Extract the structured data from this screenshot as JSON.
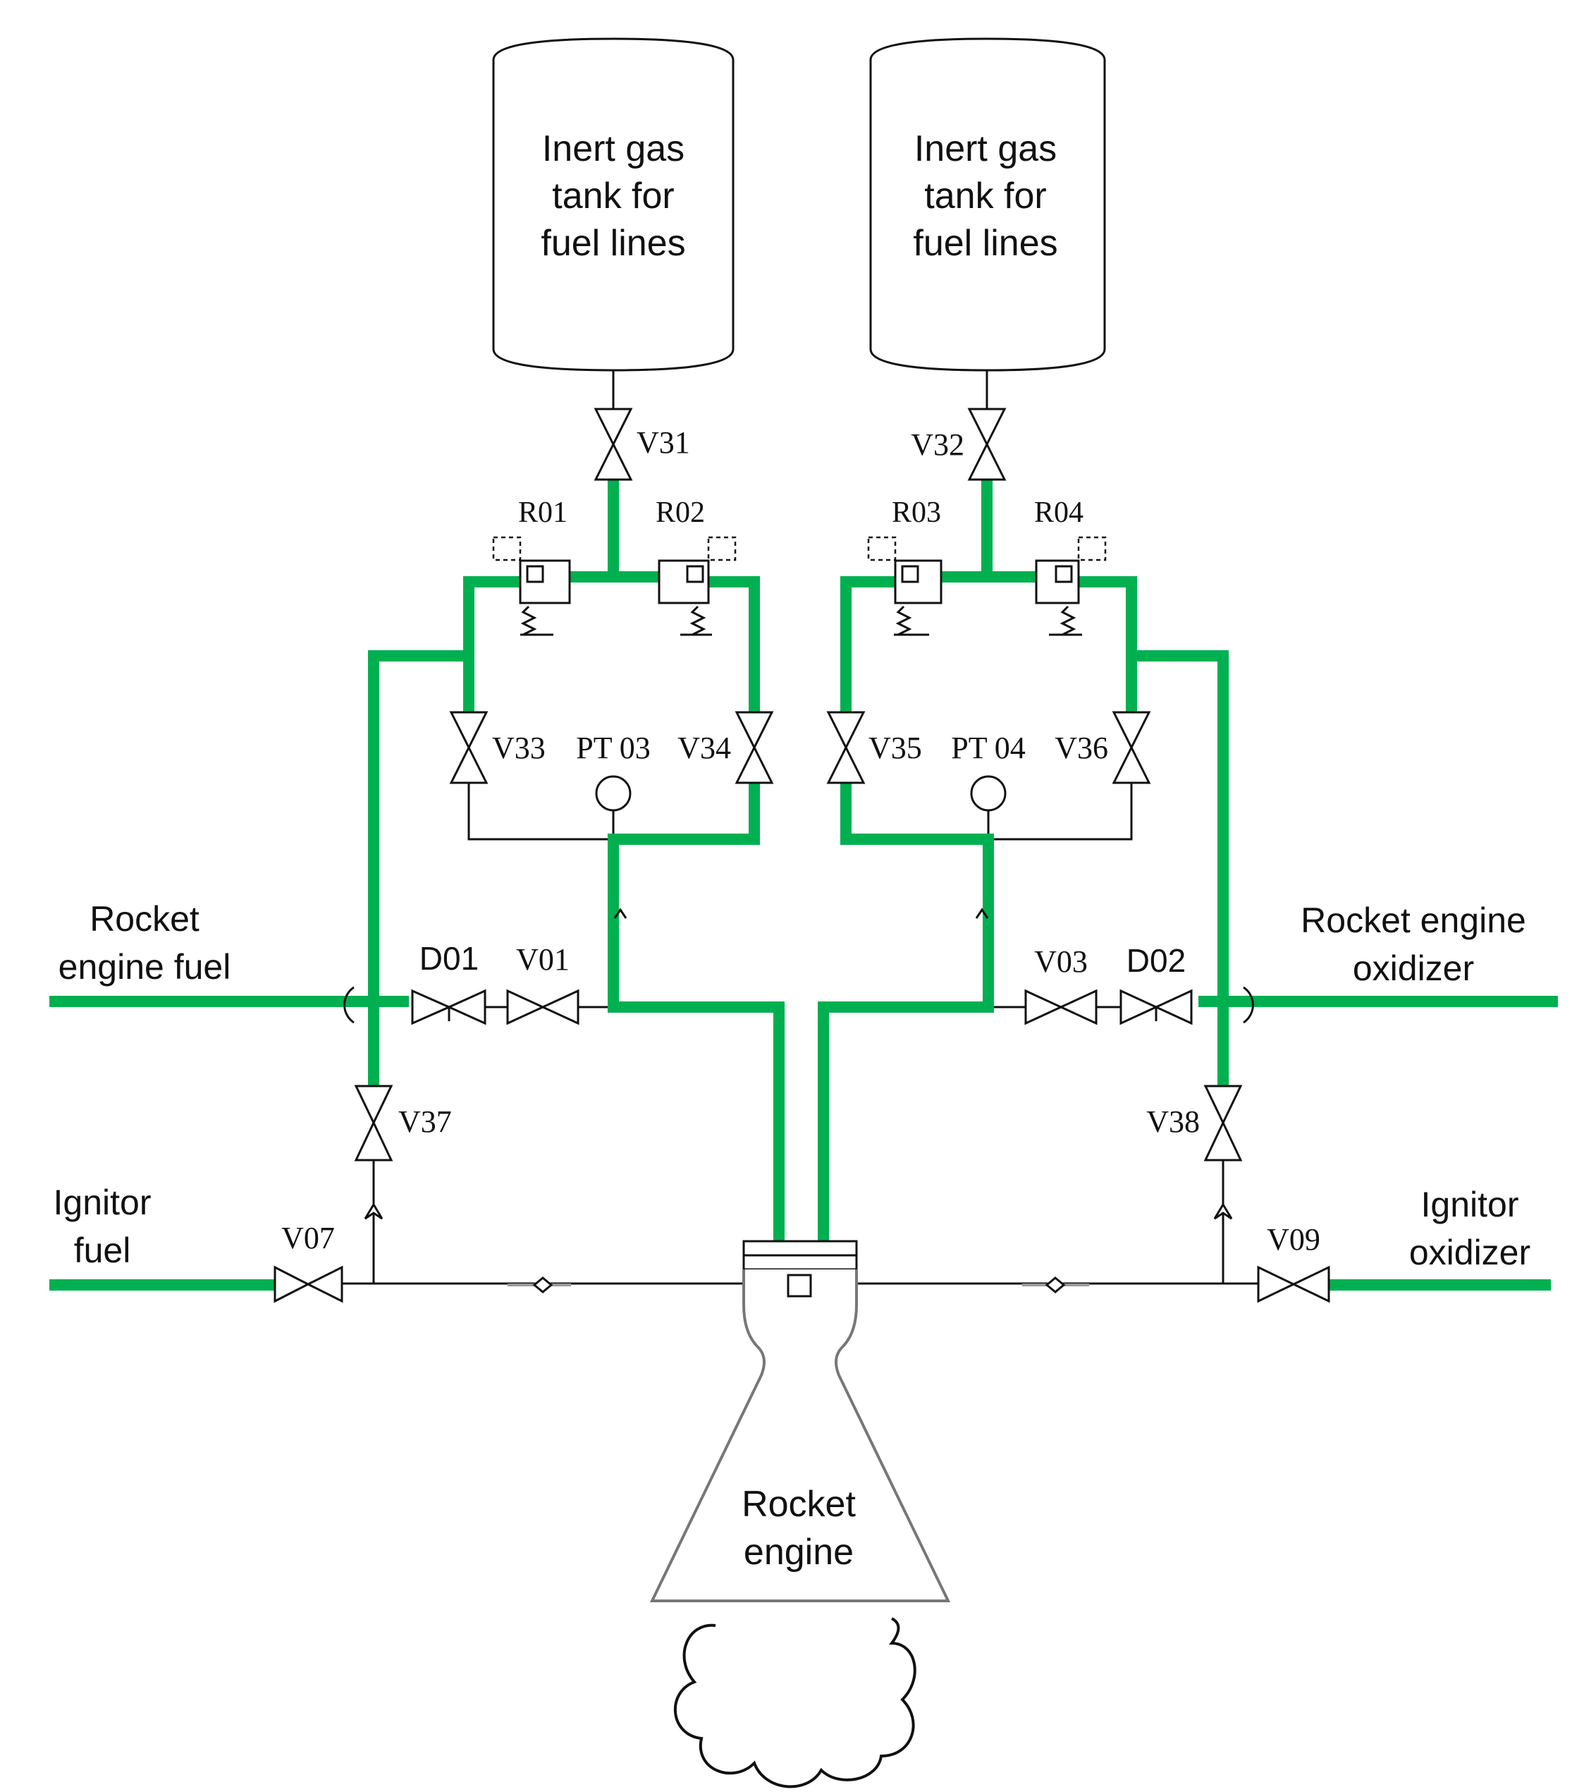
{
  "colors": {
    "line_green": "#00b050",
    "line_black": "#111111"
  },
  "tanks": {
    "left": [
      "Inert gas",
      "tank for",
      "fuel lines"
    ],
    "right": [
      "Inert gas",
      "tank for",
      "fuel lines"
    ]
  },
  "valves": {
    "v31": "V31",
    "v32": "V32",
    "v33": "V33",
    "v34": "V34",
    "v35": "V35",
    "v36": "V36",
    "v37": "V37",
    "v38": "V38",
    "v01": "V01",
    "v03": "V03",
    "v07": "V07",
    "v09": "V09",
    "d01": "D01",
    "d02": "D02"
  },
  "regulators": {
    "r01": "R01",
    "r02": "R02",
    "r03": "R03",
    "r04": "R04"
  },
  "sensors": {
    "pt03": "PT 03",
    "pt04": "PT 04"
  },
  "lines": {
    "engine_fuel": [
      "Rocket",
      "engine fuel"
    ],
    "engine_oxidizer": [
      "Rocket engine",
      "oxidizer"
    ],
    "ignitor_fuel": [
      "Ignitor",
      "fuel"
    ],
    "ignitor_oxidizer": [
      "Ignitor",
      "oxidizer"
    ]
  },
  "engine": [
    "Rocket",
    "engine"
  ]
}
